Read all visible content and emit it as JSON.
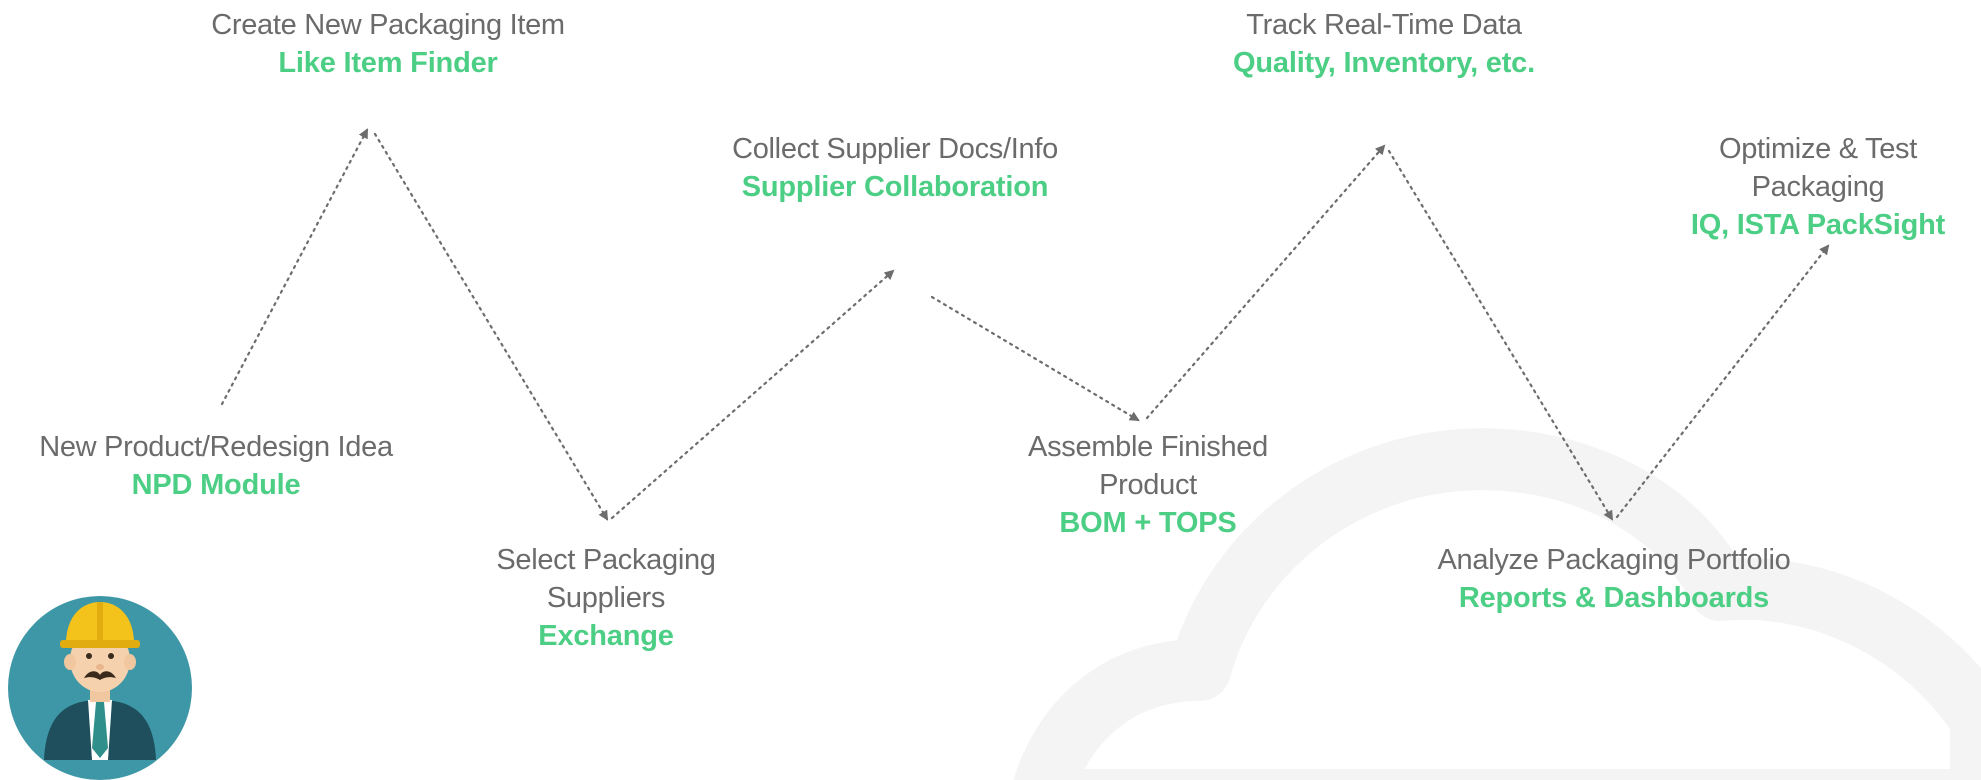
{
  "colors": {
    "label": "#6b6b6b",
    "product": "#4ccf85",
    "arrow": "#6d6d6d",
    "cloud": "#f4f4f4",
    "avatar_bg": "#3e97a6"
  },
  "steps": [
    {
      "label": "New Product/Redesign Idea",
      "product": "NPD Module"
    },
    {
      "label": "Create New Packaging Item",
      "product": "Like Item Finder"
    },
    {
      "label": "Select Packaging Suppliers",
      "product": "Exchange"
    },
    {
      "label": "Collect Supplier Docs/Info",
      "product": "Supplier Collaboration"
    },
    {
      "label": "Assemble Finished Product",
      "product": "BOM + TOPS"
    },
    {
      "label": "Track Real-Time Data",
      "product": "Quality, Inventory, etc."
    },
    {
      "label": "Analyze Packaging Portfolio",
      "product": "Reports & Dashboards"
    },
    {
      "label": "Optimize & Test Packaging",
      "product": "IQ, ISTA PackSight"
    }
  ],
  "icons": {
    "avatar": "engineer-avatar-icon",
    "background": "cloud-icon",
    "connector": "dotted-arrow-icon"
  }
}
